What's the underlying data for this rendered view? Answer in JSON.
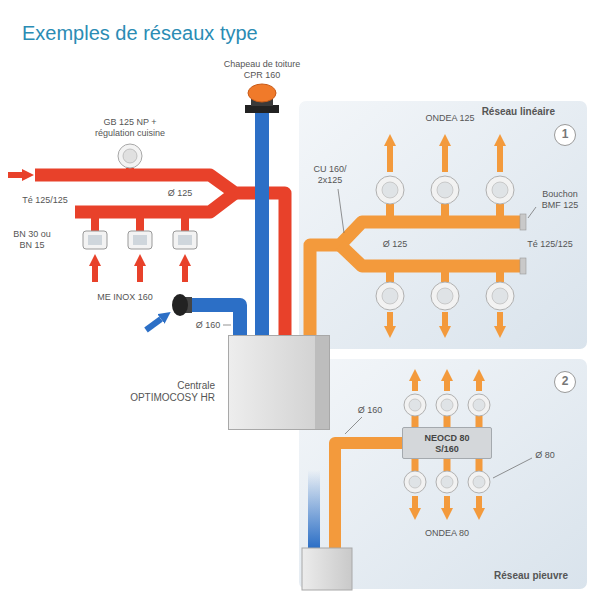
{
  "diagram": {
    "title": "Exemples de réseaux type",
    "nodes": [
      {
        "text": [
          "Réseau linéaire"
        ]
      },
      {
        "text": [
          "1"
        ],
        "in": 0
      },
      {
        "text": [
          "Centrale OPTIMOCOSY HR"
        ]
      },
      {
        "text": [
          "Réseau pieuvre"
        ]
      },
      {
        "text": [
          "2"
        ],
        "in": 3
      },
      {
        "text": [
          "NEOCD 80 S/160"
        ],
        "in": 3
      }
    ],
    "labels": [
      "Chapeau de toiture CPR 160",
      "GB 125 NP + régulation cuisine",
      "Ø 125",
      "Té 125/125",
      "BN 30 ou BN 15",
      "ME INOX 160",
      "Ø 160",
      "ONDEA 125",
      "CU 160/ 2x125",
      "Ø 125",
      "Bouchon BMF 125",
      "Té 125/125",
      "Ø 160",
      "Ø 80",
      "ONDEA 80"
    ]
  }
}
